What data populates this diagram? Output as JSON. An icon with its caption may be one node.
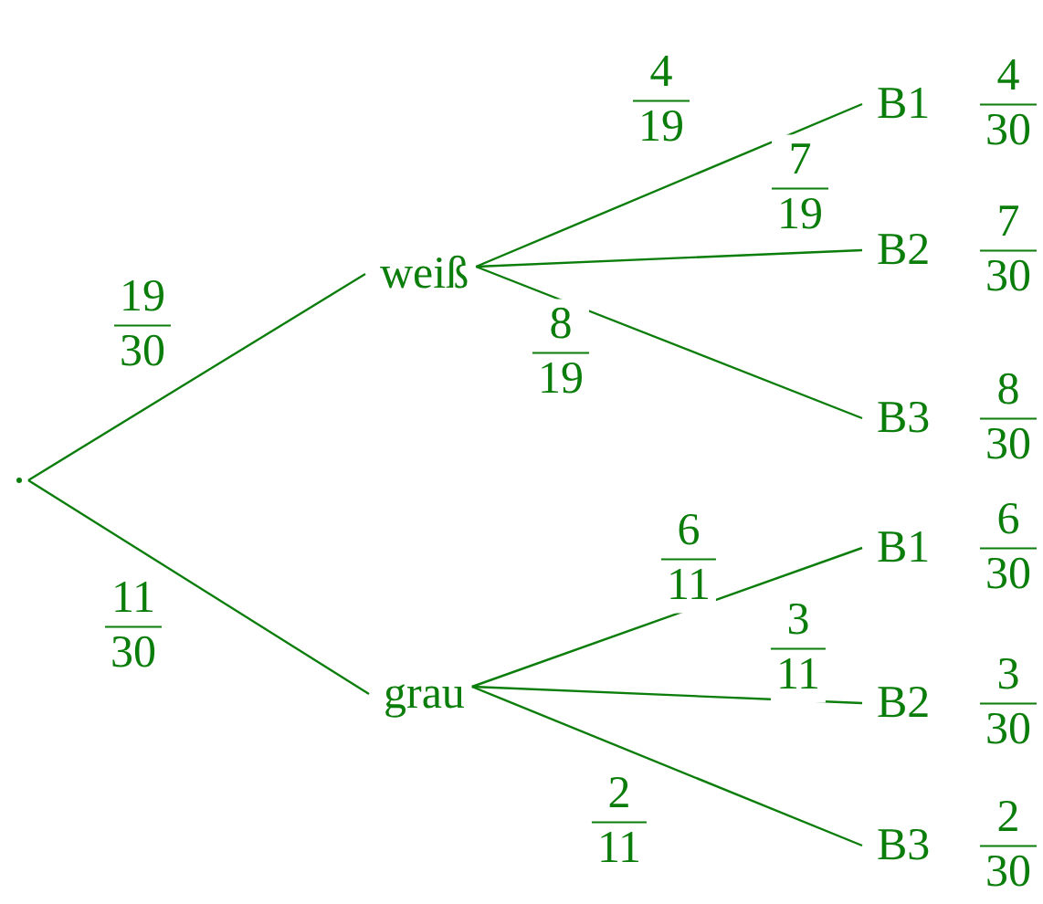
{
  "diagram": {
    "nodes": [
      {
        "text": [],
        "shape": "point"
      },
      {
        "text": [
          "weiß"
        ]
      },
      {
        "text": [
          "grau"
        ]
      },
      {
        "text": [
          "B1"
        ],
        "beside": [
          "4 30"
        ]
      },
      {
        "text": [
          "B2"
        ],
        "beside": [
          "7 30"
        ]
      },
      {
        "text": [
          "B3"
        ],
        "beside": [
          "8 30"
        ]
      },
      {
        "text": [
          "B1"
        ],
        "beside": [
          "6 30"
        ]
      },
      {
        "text": [
          "B2"
        ],
        "beside": [
          "3 30"
        ]
      },
      {
        "text": [
          "B3"
        ],
        "beside": [
          "2 30"
        ]
      }
    ],
    "edges": [
      {
        "from": 0,
        "to": 1,
        "arrow": "none",
        "label": "19 30"
      },
      {
        "from": 0,
        "to": 2,
        "arrow": "none",
        "label": "11 30"
      },
      {
        "from": 1,
        "to": 3,
        "arrow": "none",
        "label": "4 19"
      },
      {
        "from": 1,
        "to": 4,
        "arrow": "none",
        "label": "7 19"
      },
      {
        "from": 1,
        "to": 5,
        "arrow": "none",
        "label": "8 19"
      },
      {
        "from": 2,
        "to": 6,
        "arrow": "none",
        "label": "6 11"
      },
      {
        "from": 2,
        "to": 7,
        "arrow": "none",
        "label": "3 11"
      },
      {
        "from": 2,
        "to": 8,
        "arrow": "none",
        "label": "2 11"
      }
    ]
  }
}
